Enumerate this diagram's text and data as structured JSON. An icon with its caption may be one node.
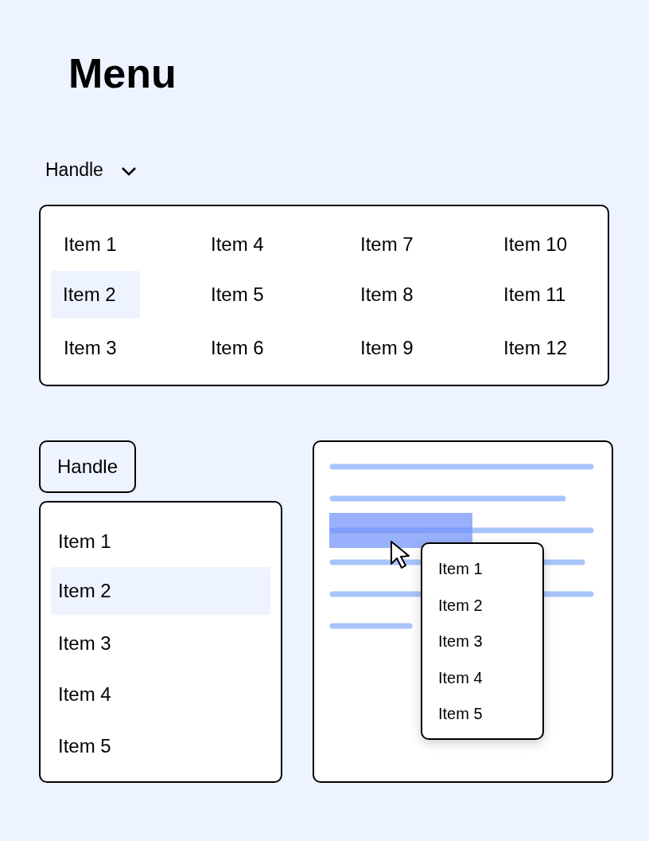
{
  "diagram": {
    "title": "Menu",
    "nodes": [
      {
        "text": [],
        "shape": "box"
      },
      {
        "text": [
          "Item 1"
        ],
        "in": 0
      },
      {
        "text": [
          "Item 4"
        ],
        "in": 0
      },
      {
        "text": [
          "Item 7"
        ],
        "in": 0
      },
      {
        "text": [
          "Item 10"
        ],
        "in": 0
      },
      {
        "text": [
          "Item 2"
        ],
        "in": 0
      },
      {
        "text": [
          "Item 5"
        ],
        "in": 0
      },
      {
        "text": [
          "Item 8"
        ],
        "in": 0
      },
      {
        "text": [
          "Item 11"
        ],
        "in": 0
      },
      {
        "text": [
          "Item 3"
        ],
        "in": 0
      },
      {
        "text": [
          "Item 6"
        ],
        "in": 0
      },
      {
        "text": [
          "Item 9"
        ],
        "in": 0
      },
      {
        "text": [
          "Item 12"
        ],
        "in": 0
      },
      {
        "text": [
          "Handle"
        ]
      },
      {
        "text": [],
        "shape": "box"
      },
      {
        "text": [
          "Item 1"
        ],
        "in": 14
      },
      {
        "text": [
          "Item 2"
        ],
        "in": 14
      },
      {
        "text": [
          "Item 3"
        ],
        "in": 14
      },
      {
        "text": [
          "Item 4"
        ],
        "in": 14
      },
      {
        "text": [
          "Item 5"
        ],
        "in": 14
      },
      {
        "text": [],
        "shape": "box"
      },
      {
        "text": [],
        "shape": "box",
        "in": 20
      },
      {
        "text": [
          "Item 1"
        ],
        "in": 21
      },
      {
        "text": [
          "Item 2"
        ],
        "in": 21
      },
      {
        "text": [
          "Item 3"
        ],
        "in": 21
      },
      {
        "text": [
          "Item 4"
        ],
        "in": 21
      },
      {
        "text": [
          "Item 5"
        ],
        "in": 21
      }
    ],
    "edges": [],
    "labels": [
      "Handle"
    ]
  }
}
